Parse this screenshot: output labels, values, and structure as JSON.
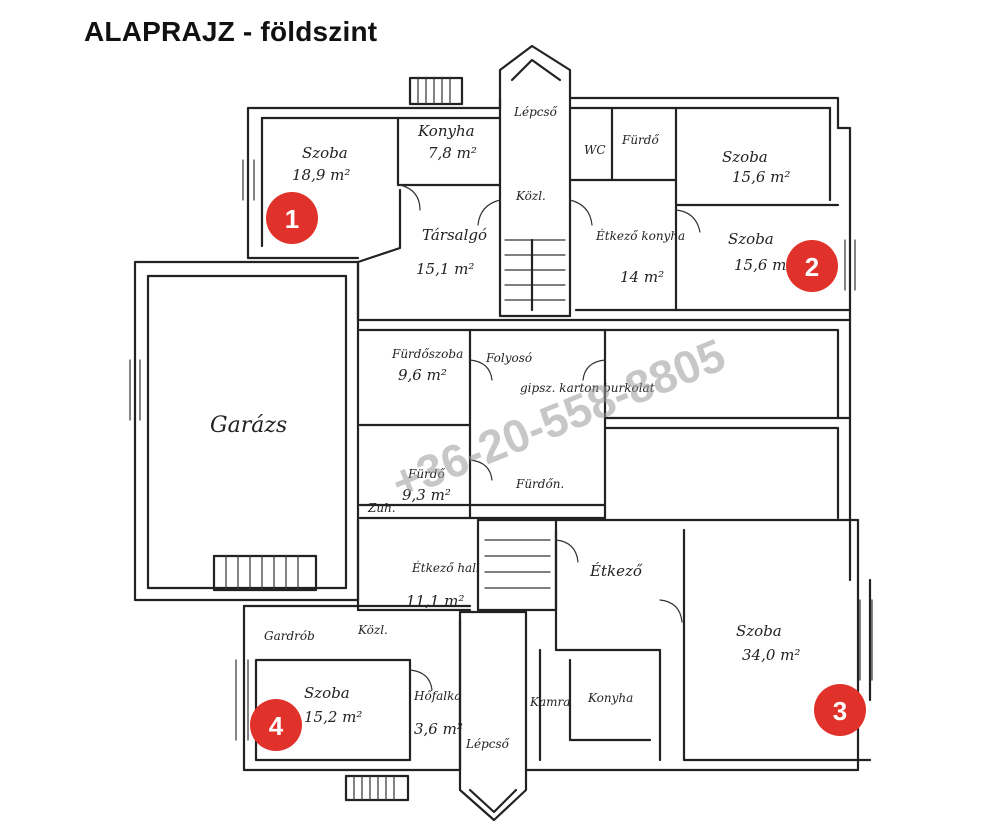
{
  "title": "ALAPRAJZ - földszint",
  "watermark": "+36-20-558-8805",
  "colors": {
    "badge": "#e0312a",
    "ink": "#222222"
  },
  "rooms": {
    "r1": {
      "name": "Szoba",
      "area": "18,9 m²"
    },
    "konyha_top": {
      "name": "Konyha",
      "area": "7,8 m²"
    },
    "lepcso_top": {
      "name": "Lépcső"
    },
    "wc": {
      "name": "WC"
    },
    "furdo_top": {
      "name": "Fürdő"
    },
    "szoba_tr": {
      "name": "Szoba",
      "area": "15,6 m²"
    },
    "tanacs": {
      "name": "Társalgó",
      "area": "15,1 m²"
    },
    "kozl": {
      "name": "Közl."
    },
    "etkezo_konyha": {
      "name": "Étkező konyha",
      "area": "14 m²"
    },
    "r2": {
      "name": "Szoba",
      "area": "15,6 m²"
    },
    "furdo_mid": {
      "name": "Fürdőszoba",
      "area": "9,6 m²"
    },
    "folyo": {
      "name": "Folyosó"
    },
    "gipsz": {
      "name": "gipsz. karton burkolat"
    },
    "garazs": {
      "name": "Garázs"
    },
    "furdo2": {
      "name": "Fürdő",
      "area": "9,3 m²"
    },
    "zuh": {
      "name": "Zuh."
    },
    "furdon": {
      "name": "Fürdőn."
    },
    "etkezo_hall": {
      "name": "Étkező hall",
      "area": "11,1 m²"
    },
    "etkezo": {
      "name": "Étkező"
    },
    "gardrob": {
      "name": "Gardrób"
    },
    "kozl2": {
      "name": "Közl."
    },
    "r3": {
      "name": "Szoba",
      "area": "34,0 m²"
    },
    "r4": {
      "name": "Szoba",
      "area": "15,2 m²"
    },
    "hofalka": {
      "name": "Hőfalka",
      "area": "3,6 m²"
    },
    "konyha_bot": {
      "name": "Konyha"
    },
    "kamra": {
      "name": "Kamra"
    },
    "lepcso_bot": {
      "name": "Lépcső"
    }
  },
  "badges": [
    "1",
    "2",
    "3",
    "4"
  ]
}
